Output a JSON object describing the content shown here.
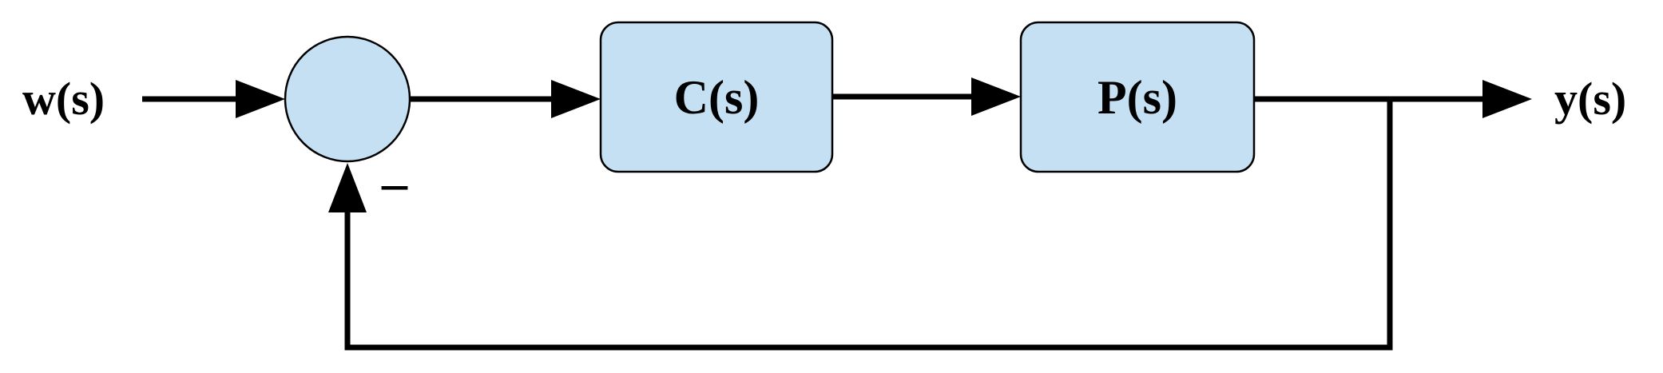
{
  "diagram": {
    "input_label": "w(s)",
    "output_label": "y(s)",
    "controller_label": "C(s)",
    "plant_label": "P(s)",
    "feedback_sign": "–"
  },
  "colors": {
    "block_fill": "#c6e0f3",
    "line": "#000000",
    "background": "#ffffff"
  }
}
